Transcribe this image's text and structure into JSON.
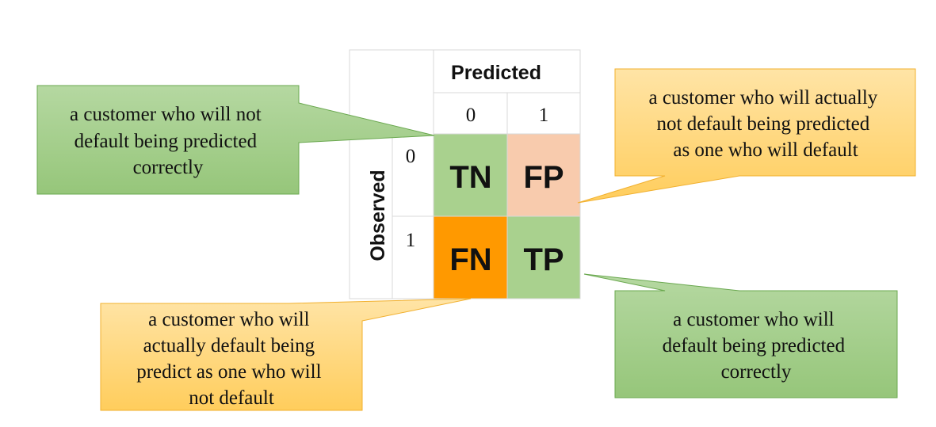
{
  "matrix": {
    "predicted_label": "Predicted",
    "observed_label": "Observed",
    "predicted_values": [
      "0",
      "1"
    ],
    "observed_values": [
      "0",
      "1"
    ],
    "cells": {
      "tn": "TN",
      "fp": "FP",
      "fn": "FN",
      "tp": "TP"
    },
    "colors": {
      "tn": "#a9d18e",
      "fp": "#f8cbad",
      "fn": "#ff9900",
      "tp": "#a9d18e"
    }
  },
  "callouts": {
    "tn": [
      "a customer who will not",
      "default being predicted",
      "correctly"
    ],
    "fp": [
      "a customer who will actually",
      "not default being predicted",
      "as one who will default"
    ],
    "fn": [
      "a customer who will",
      "actually default being",
      "predict as one who will",
      "not default"
    ],
    "tp": [
      "a customer who will",
      "default being predicted",
      "correctly"
    ]
  },
  "palette": {
    "green_light": "#b3d79f",
    "green_dark": "#97c67b",
    "green_border": "#70ad47",
    "amber_light": "#ffe3a3",
    "amber_dark": "#ffcf5f",
    "amber_border": "#f2b035"
  }
}
